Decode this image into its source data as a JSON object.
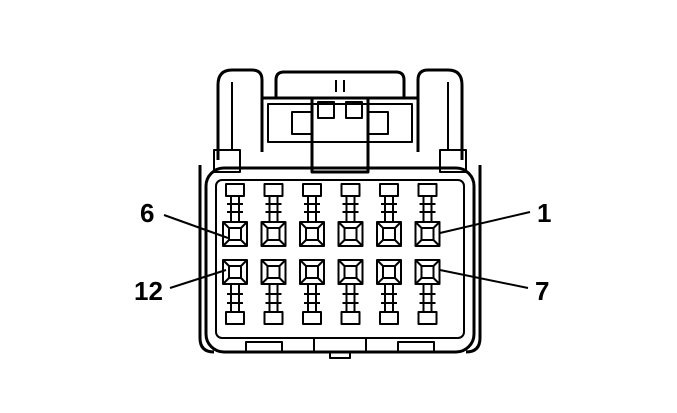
{
  "diagram": {
    "callouts": {
      "pin_6": "6",
      "pin_1": "1",
      "pin_12": "12",
      "pin_7": "7"
    },
    "pin_rows": 2,
    "pin_columns": 6,
    "colors": {
      "line": "#000000",
      "background": "#ffffff"
    }
  }
}
